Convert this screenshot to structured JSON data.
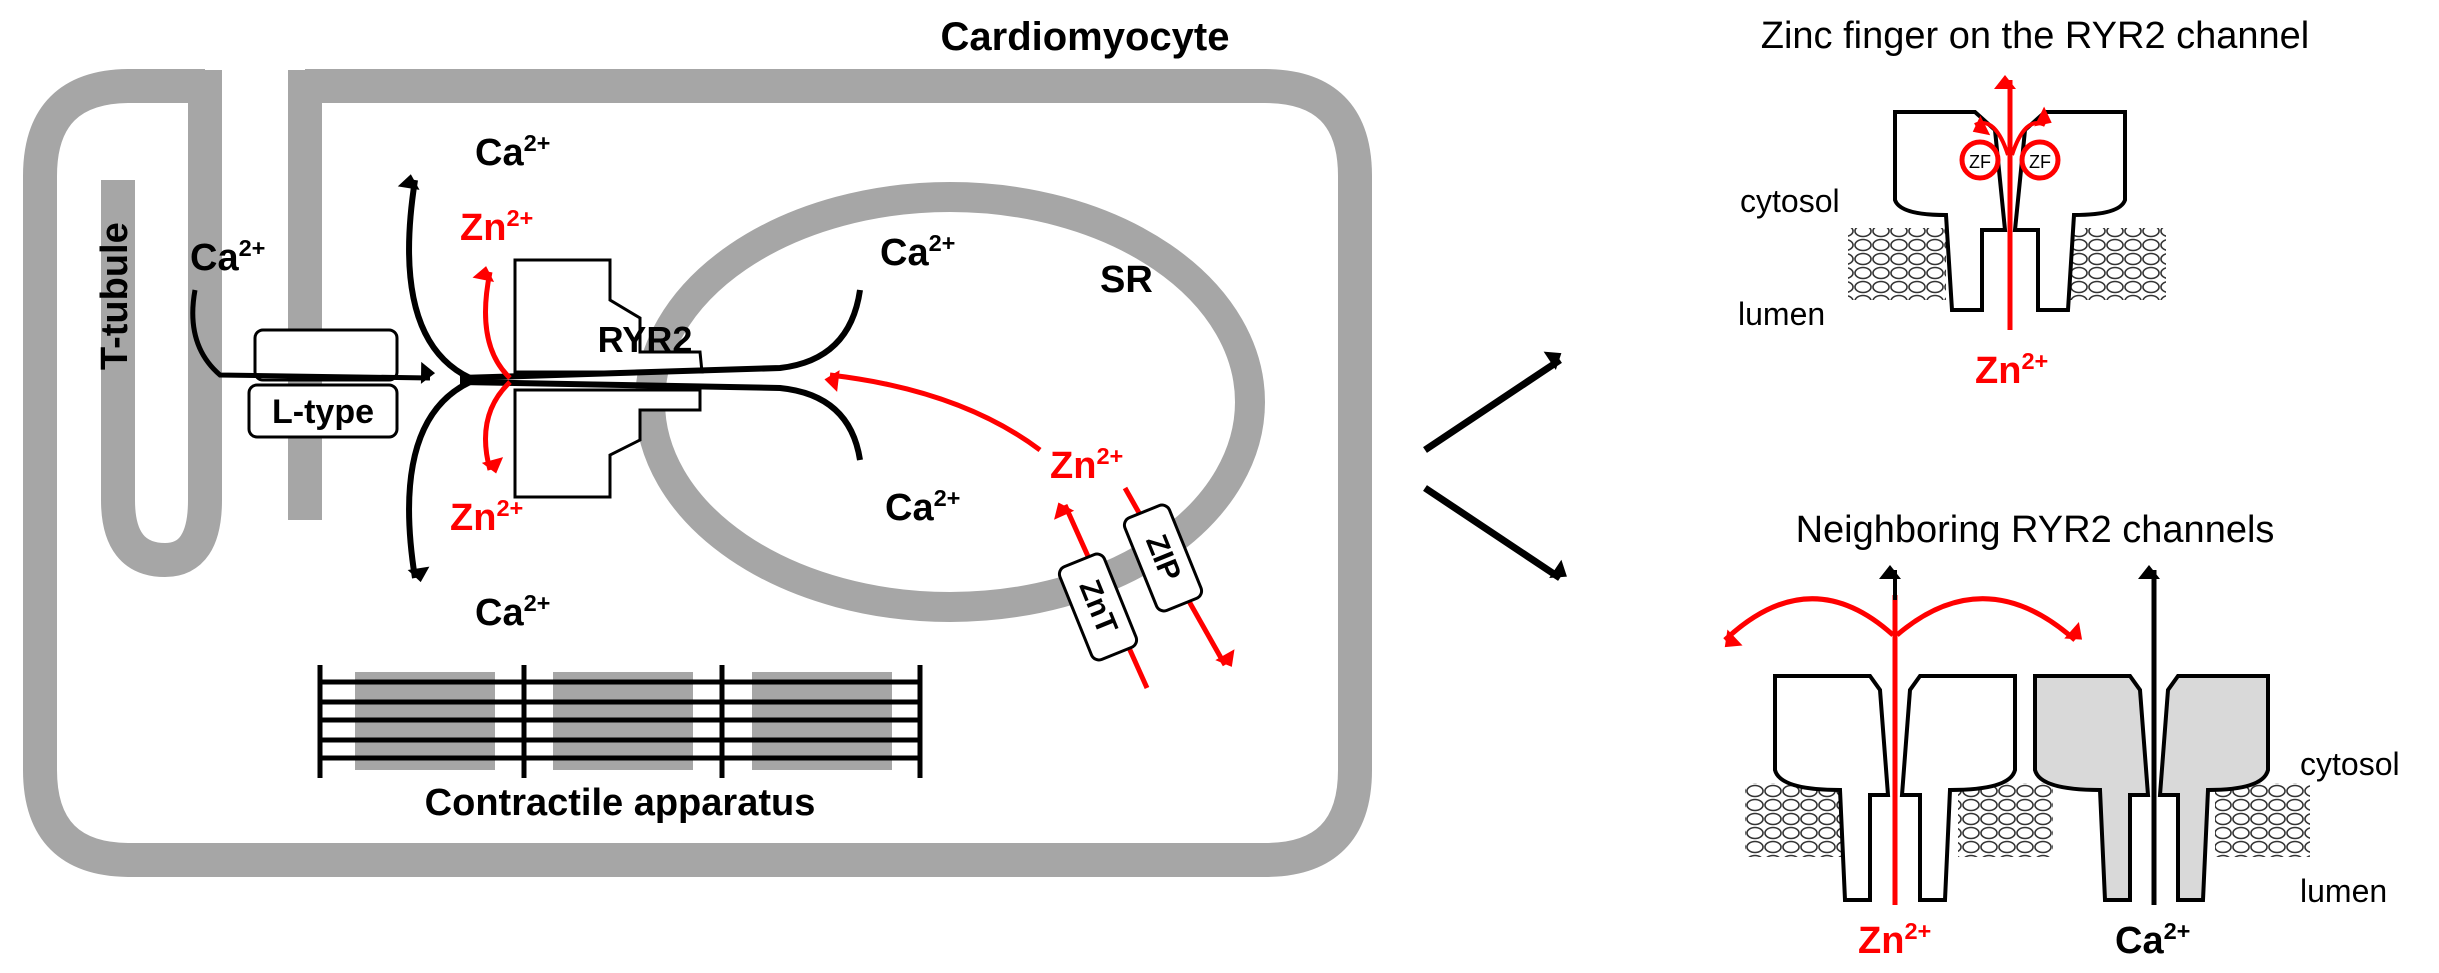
{
  "diagram": {
    "cell_title": "Cardiomyocyte",
    "t_tubule_label": "T-tubule",
    "sr_label": "SR",
    "ryr2_label": "RYR2",
    "ltype_label": "L-type",
    "zip_label": "ZIP",
    "znt_label": "ZnT",
    "contractile_label": "Contractile apparatus",
    "ion_ca_base": "Ca",
    "ion_zn_base": "Zn",
    "ion_charge": "2+",
    "zinc_finger_title": "Zinc finger on the RYR2 channel",
    "zf_label": "ZF",
    "neighbor_title": "Neighboring RYR2 channels",
    "cytosol_label": "cytosol",
    "lumen_label": "lumen",
    "colors": {
      "membrane_gray": "#a6a6a6",
      "zinc_red": "#ff0000",
      "calcium_black": "#000000",
      "channel_fill_white": "#ffffff",
      "channel_fill_gray": "#d9d9d9"
    }
  }
}
